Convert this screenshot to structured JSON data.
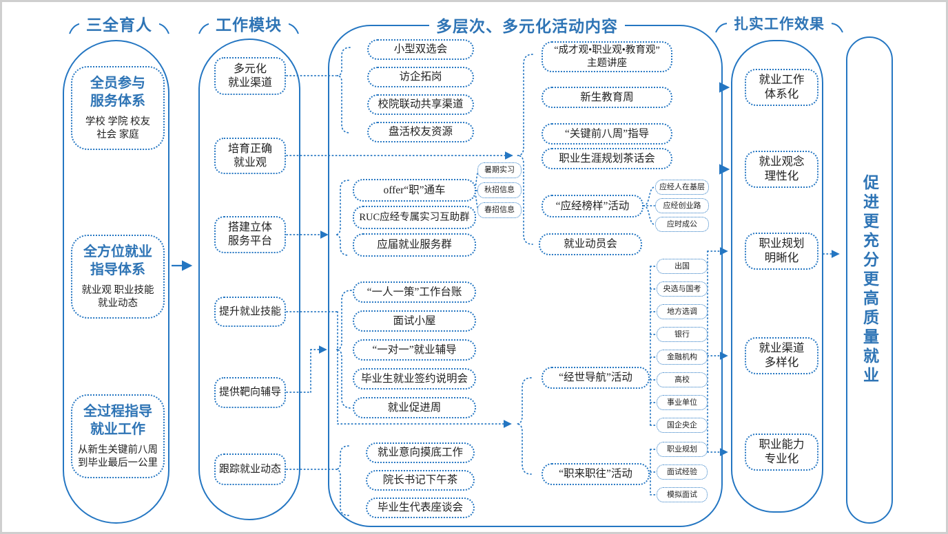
{
  "canvas": {
    "accent": "#2E74B5",
    "line_color": "#2476C2",
    "text_color": "#1f1f1f",
    "background": "#ffffff"
  },
  "col_sanquan": {
    "header": "三全育人",
    "boxes": [
      {
        "title": "全员参与\n服务体系",
        "subtitle": "学校 学院 校友\n社会 家庭"
      },
      {
        "title": "全方位就业\n指导体系",
        "subtitle": "就业观 职业技能\n就业动态"
      },
      {
        "title": "全过程指导\n就业工作",
        "subtitle": "从新生关键前八周\n到毕业最后一公里"
      }
    ]
  },
  "col_modules": {
    "header": "工作模块",
    "items": [
      "多元化\n就业渠道",
      "培育正确\n就业观",
      "搭建立体\n服务平台",
      "提升就业技能",
      "提供靶向辅导",
      "跟踪就业动态"
    ]
  },
  "col_activities": {
    "header": "多层次、多元化活动内容",
    "channel_items": [
      "小型双选会",
      "访企拓岗",
      "校院联动共享渠道",
      "盘活校友资源"
    ],
    "platform_items": [
      "offer“职”通车",
      "RUC应经专属实习互助群",
      "应届就业服务群"
    ],
    "platform_sub_items": [
      "暑期实习",
      "秋招信息",
      "春招信息"
    ],
    "skill_items": [
      "“一人一策”工作台账",
      "面试小屋",
      "“一对一”就业辅导",
      "毕业生就业签约说明会",
      "就业促进周"
    ],
    "tracking_items": [
      "就业意向摸底工作",
      "院长书记下午茶",
      "毕业生代表座谈会"
    ],
    "mindset_items": [
      "“成才观•职业观•教育观”\n主题讲座",
      "新生教育周",
      "“关键前八周”指导",
      "职业生涯规划茶话会"
    ],
    "role_model_label": "“应经榜样”活动",
    "role_model_sub_items": [
      "应经人在基层",
      "应经创业路",
      "应时成公"
    ],
    "mobilization_label": "就业动员会",
    "navigation_label": "“经世导航”活动",
    "navigation_sub_items": [
      "出国",
      "央选与国考",
      "地方选调",
      "银行",
      "金融机构",
      "高校",
      "事业单位",
      "国企央企"
    ],
    "career_show_label": "“职来职往”活动",
    "career_show_sub_items": [
      "职业规划",
      "面试经验",
      "模拟面试"
    ]
  },
  "col_effects": {
    "header": "扎实工作效果",
    "items": [
      "就业工作\n体系化",
      "就业观念\n理性化",
      "职业规划\n明晰化",
      "就业渠道\n多样化",
      "职业能力\n专业化"
    ]
  },
  "col_goal": {
    "text": "促进更充分更高质量就业"
  }
}
